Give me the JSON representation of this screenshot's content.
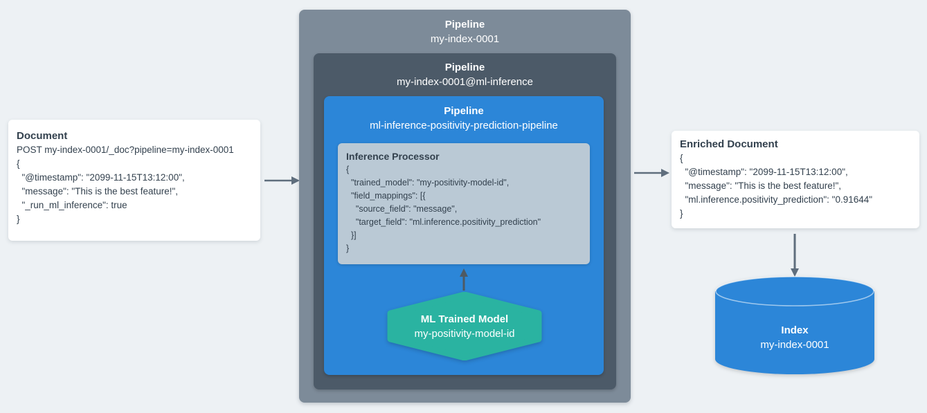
{
  "palette": {
    "background": "#edf1f4",
    "outer_box": "#7d8b99",
    "inner_box": "#4c5a68",
    "blue_box": "#2c86d8",
    "processor_box": "#bac9d5",
    "green": "#2ab3a1",
    "arrow": "#5f6e7d",
    "arrow_dark": "#4e5a64",
    "card_bg": "#ffffff",
    "text_dark": "#33414e"
  },
  "icons": {
    "flow_left_to_pipeline": "arrow-right",
    "flow_pipeline_to_doc": "arrow-right",
    "flow_model_to_processor": "arrow-up",
    "flow_doc_to_index": "arrow-down",
    "trained_model_shape": "hexagon",
    "index_shape": "database-cylinder"
  },
  "document_card": {
    "title": "Document",
    "lines": [
      "POST my-index-0001/_doc?pipeline=my-index-0001",
      "{",
      "  \"@timestamp\": \"2099-11-15T13:12:00\",",
      "  \"message\": \"This is the best feature!\",",
      "  \"_run_ml_inference\": true",
      "}"
    ]
  },
  "outer_pipeline": {
    "title": "Pipeline",
    "name": "my-index-0001"
  },
  "inner_pipeline": {
    "title": "Pipeline",
    "name": "my-index-0001@ml-inference"
  },
  "ml_pipeline": {
    "title": "Pipeline",
    "name": "ml-inference-positivity-prediction-pipeline"
  },
  "inference_processor": {
    "title": "Inference Processor",
    "lines": [
      "{",
      "  \"trained_model\": \"my-positivity-model-id\",",
      "  \"field_mappings\": [{",
      "    \"source_field\": \"message\",",
      "    \"target_field\": \"ml.inference.positivity_prediction\"",
      "  }]",
      "}"
    ]
  },
  "trained_model": {
    "title": "ML Trained Model",
    "name": "my-positivity-model-id"
  },
  "enriched_card": {
    "title": "Enriched Document",
    "lines": [
      "{",
      "  \"@timestamp\": \"2099-11-15T13:12:00\",",
      "  \"message\": \"This is the best feature!\",",
      "  \"ml.inference.positivity_prediction\": \"0.91644\"",
      "}"
    ]
  },
  "index": {
    "title": "Index",
    "name": "my-index-0001"
  }
}
